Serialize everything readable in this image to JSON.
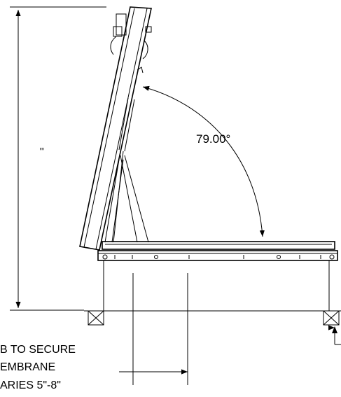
{
  "drawing": {
    "angle_label": "79.00°",
    "height_label": "\"",
    "note_lines": [
      "B TO SECURE",
      "EMBRANE",
      "ARIES 5\"-8\""
    ]
  }
}
